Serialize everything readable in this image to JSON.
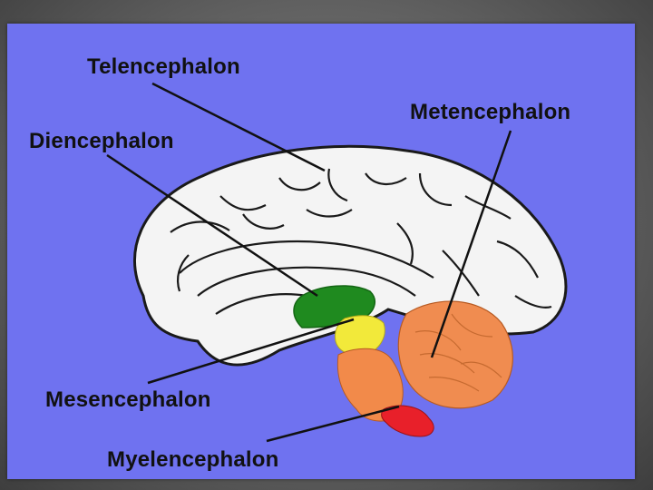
{
  "labels": {
    "telencephalon": "Telencephalon",
    "metencephalon": "Metencephalon",
    "diencephalon": "Diencephalon",
    "mesencephalon": "Mesencephalon",
    "myelencephalon": "Myelencephalon"
  },
  "colors": {
    "background": "#6f72f0",
    "cerebrum": "#f4f4f4",
    "diencephalon": "#1f8a1f",
    "mesencephalon": "#f2e93a",
    "pons": "#f28a4a",
    "cerebellum": "#f08c50",
    "medulla": "#e8202a"
  }
}
